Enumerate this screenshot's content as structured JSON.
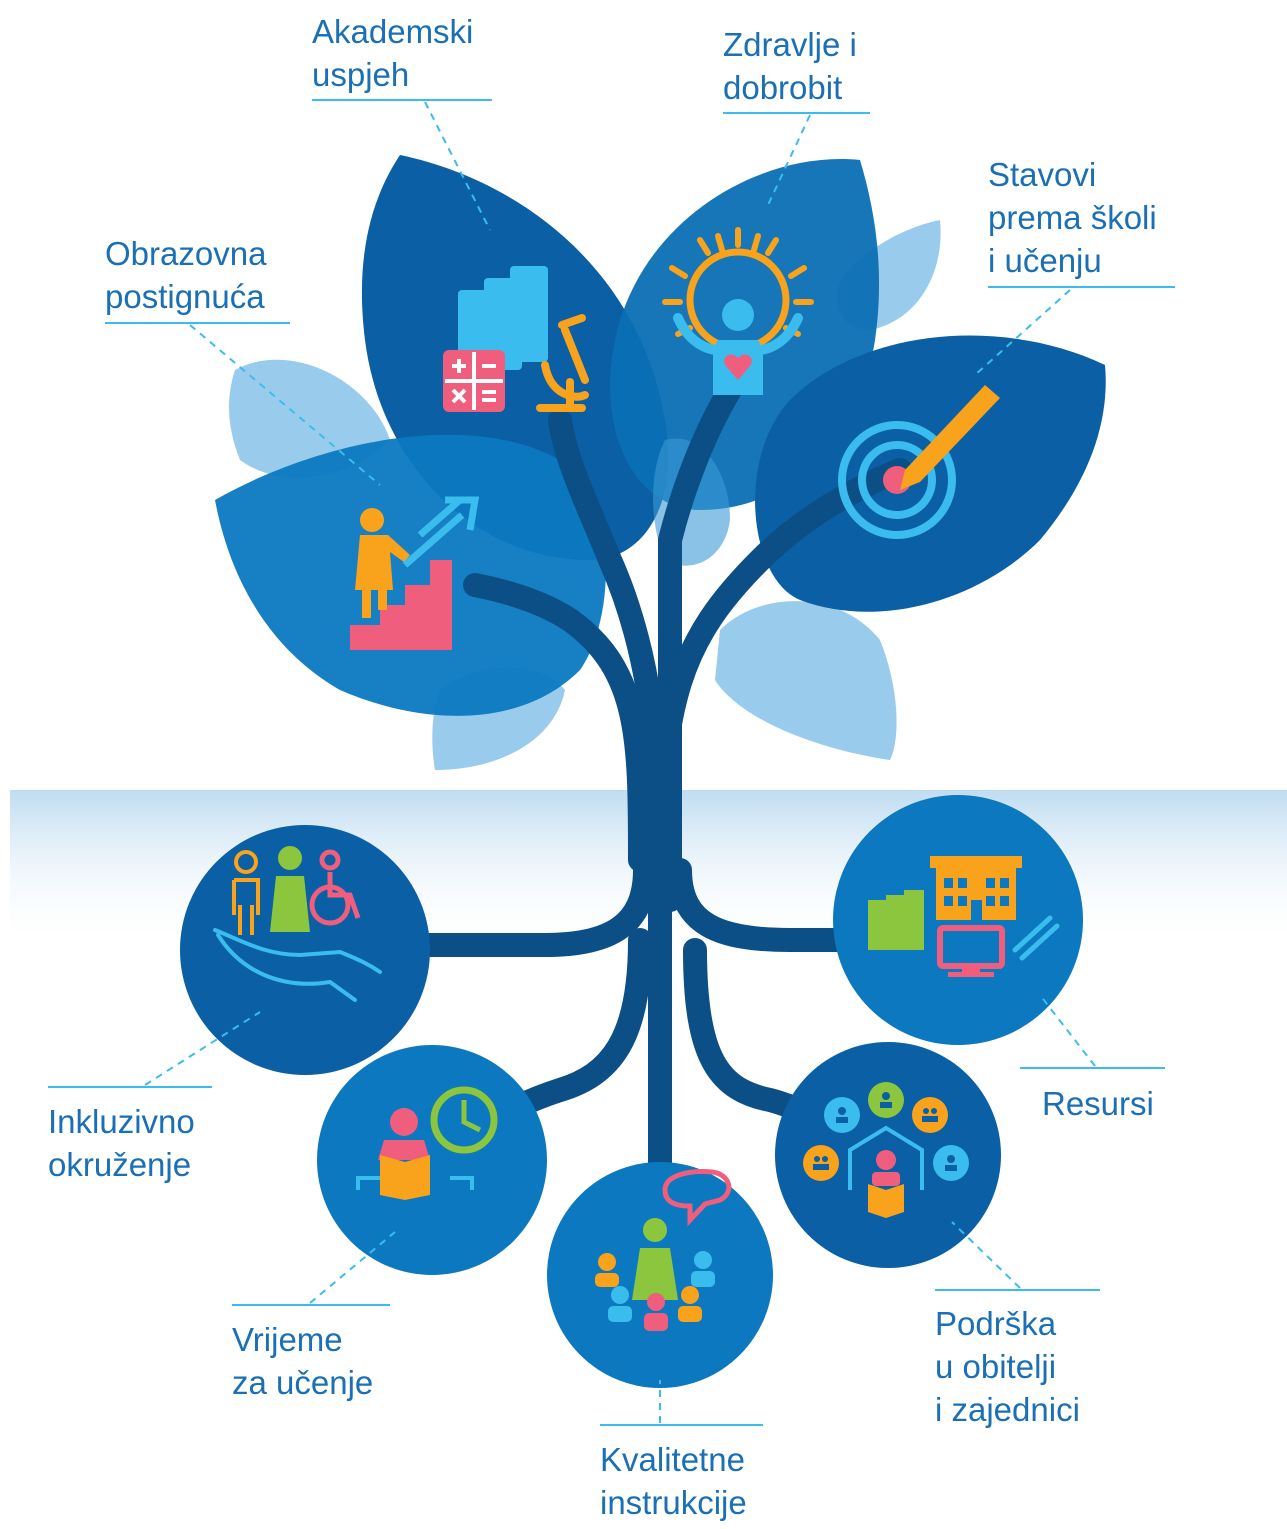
{
  "outcomes": [
    {
      "id": "obrazovna",
      "lines": [
        "Obrazovna",
        "postignuća"
      ]
    },
    {
      "id": "akademski",
      "lines": [
        "Akademski",
        "uspjeh"
      ]
    },
    {
      "id": "zdravlje",
      "lines": [
        "Zdravlje i",
        "dobrobit"
      ]
    },
    {
      "id": "stavovi",
      "lines": [
        "Stavovi",
        "prema školi",
        "i učenju"
      ]
    }
  ],
  "foundations": [
    {
      "id": "inkluzivno",
      "lines": [
        "Inkluzivno",
        "okruženje"
      ]
    },
    {
      "id": "vrijeme",
      "lines": [
        "Vrijeme",
        "za učenje"
      ]
    },
    {
      "id": "kvalitetne",
      "lines": [
        "Kvalitetne",
        "instrukcije"
      ]
    },
    {
      "id": "podrska",
      "lines": [
        "Podrška",
        "u obitelji",
        "i zajednici"
      ]
    },
    {
      "id": "resursi",
      "lines": [
        "Resursi"
      ]
    }
  ],
  "icons": [
    "stairs-climb-icon",
    "books-math-microscope-icon",
    "sun-person-heart-icon",
    "target-pencil-icon",
    "inclusive-hand-people-icon",
    "clock-reader-icon",
    "teacher-students-icon",
    "family-community-icon",
    "school-resources-icon"
  ],
  "colors": {
    "label": "#1a6fb5",
    "leaf_dark": "#0a5fa5",
    "leaf_mid": "#0b78c0",
    "leaf_light": "#8ec6ea",
    "trunk": "#0c4f86",
    "orange": "#f9a21b",
    "pink": "#ef5f7d",
    "cyan": "#3bbcee",
    "green": "#8cc63f"
  }
}
